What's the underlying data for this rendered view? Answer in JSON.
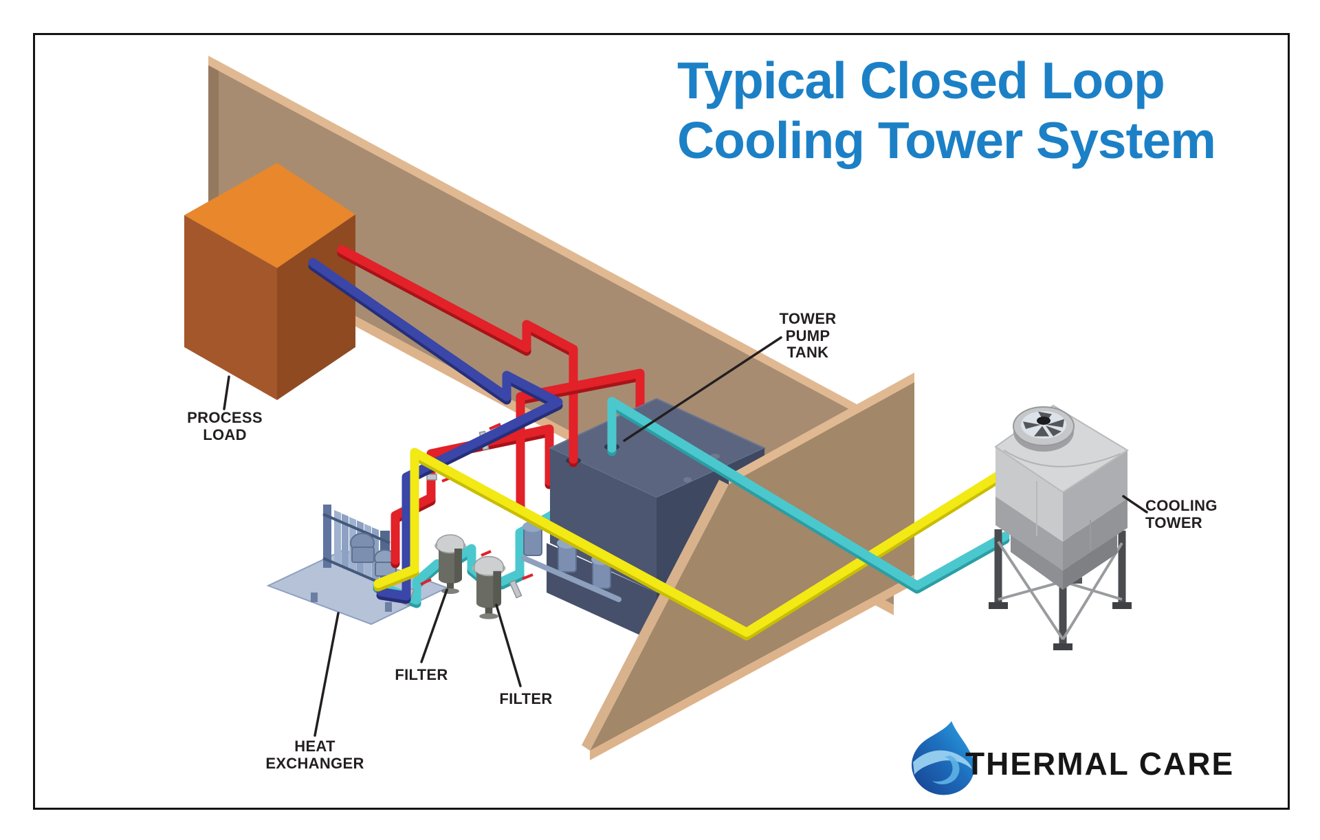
{
  "title": {
    "text": "Typical Closed Loop\nCooling Tower System",
    "color": "#1C80C6"
  },
  "diagram": {
    "labels": {
      "process_load": "PROCESS\nLOAD",
      "tower_pump_tank": "TOWER\nPUMP\nTANK",
      "filter_left": "FILTER",
      "filter_right": "FILTER",
      "heat_exchanger": "HEAT\nEXCHANGER",
      "cooling_tower": "COOLING\nTOWER"
    },
    "components": [
      "process-load",
      "wall",
      "heat-exchanger",
      "filter",
      "filter",
      "tower-pump-tank",
      "cooling-tower"
    ],
    "pipe_colors": {
      "red": "#E22128",
      "dark_blue": "#3A46A8",
      "yellow": "#F2E915",
      "cyan": "#4BC8CD"
    },
    "wall_color": "#A78C72",
    "process_load_color": "#E8872B",
    "label_color": "#231F20"
  },
  "logo": {
    "brand": "THERMAL CARE",
    "icon": "water-drop-icon",
    "icon_color": "#1C4796"
  }
}
